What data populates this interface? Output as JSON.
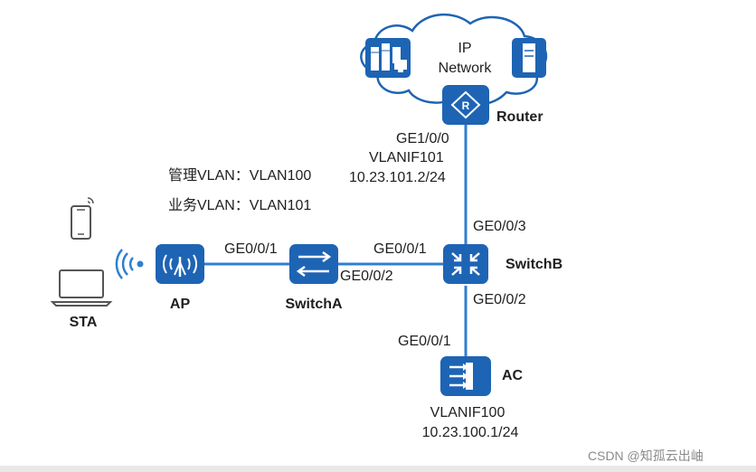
{
  "cloud": {
    "line1": "IP",
    "line2": "Network"
  },
  "devices": {
    "router": "Router",
    "switchb": "SwitchB",
    "switcha": "SwitchA",
    "ap": "AP",
    "ac": "AC",
    "sta": "STA"
  },
  "router_port": {
    "port": "GE1/0/0",
    "vlanif": "VLANIF101",
    "ip": "10.23.101.2/24"
  },
  "vlan_info": {
    "mgmt": "管理VLAN：VLAN100",
    "service": "业务VLAN：VLAN101"
  },
  "ports": {
    "switchb_up": "GE0/0/3",
    "switchb_left": "GE0/0/1",
    "switchb_down": "GE0/0/2",
    "switcha_left": "GE0/0/1",
    "switcha_right": "GE0/0/2",
    "ac_up": "GE0/0/1"
  },
  "ac_info": {
    "vlanif": "VLANIF100",
    "ip": "10.23.100.1/24"
  },
  "watermark": "CSDN @知孤云出岫",
  "colors": {
    "device": "#1e64b4",
    "link": "#2f7fd0"
  }
}
